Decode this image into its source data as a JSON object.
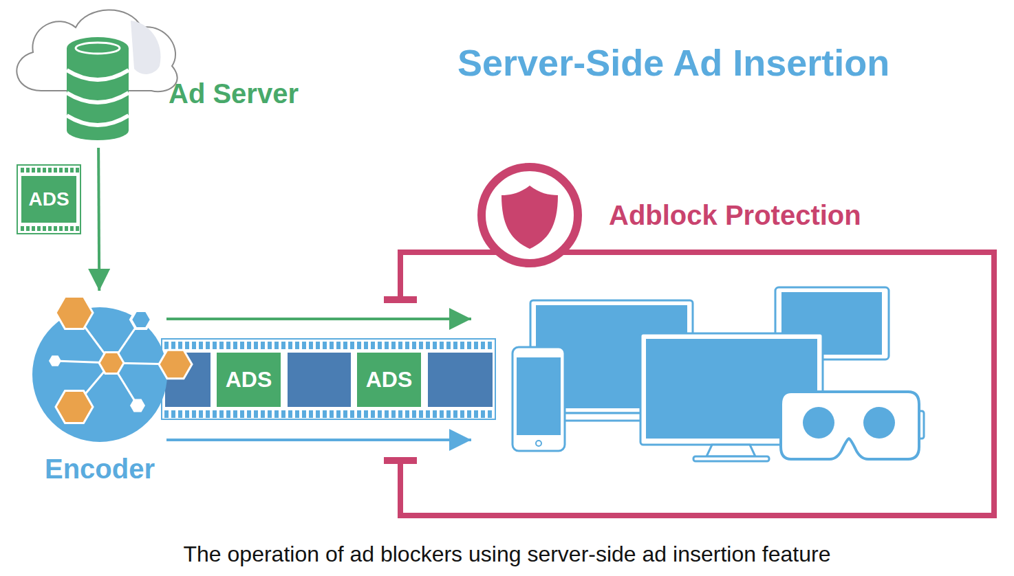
{
  "diagram": {
    "title": "Server-Side Ad Insertion",
    "caption": "The operation of ad blockers using server-side ad insertion feature",
    "nodes": [
      {
        "text": [
          "Ad Server"
        ]
      },
      {
        "text": [
          "ADS"
        ]
      },
      {
        "text": [
          "Encoder"
        ]
      },
      {
        "text": [
          "ADS"
        ]
      },
      {
        "text": [
          "ADS"
        ]
      },
      {
        "text": [
          "Adblock Protection"
        ]
      }
    ],
    "edges": [
      {
        "from": 0,
        "to": 2,
        "arrow": "to"
      }
    ]
  }
}
